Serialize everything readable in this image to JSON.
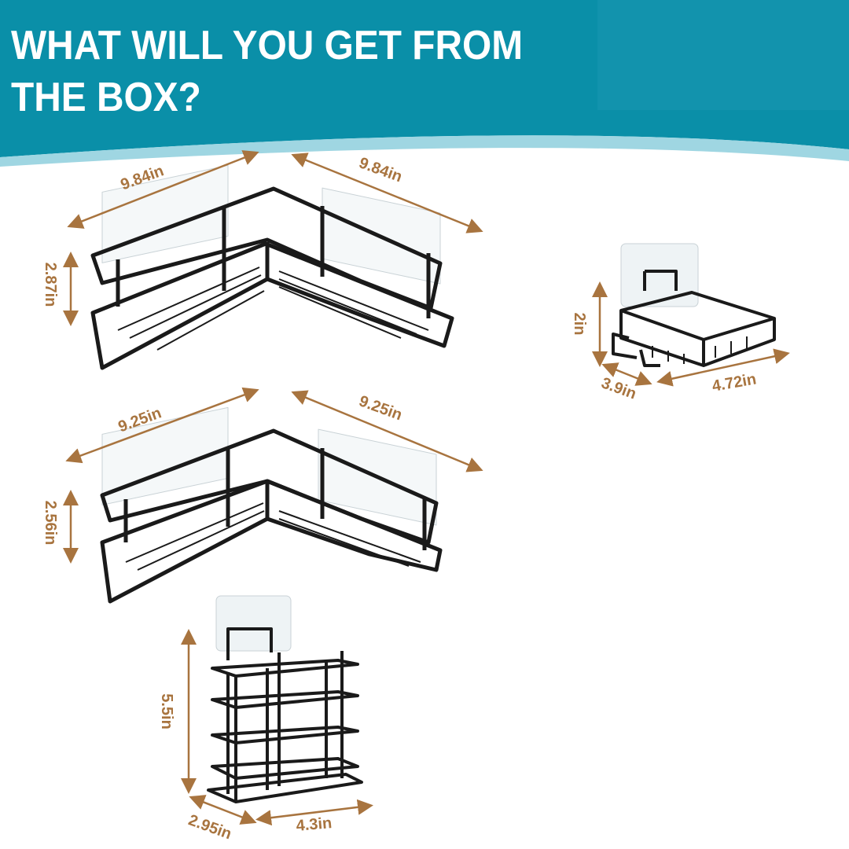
{
  "header": {
    "title_line1": "WHAT WILL YOU GET FROM",
    "title_line2": "THE BOX?",
    "bg_color": "#0a8fa8"
  },
  "dimension_color": "#a8743f",
  "products": {
    "large_corner_shelf": {
      "width_left": "9.84in",
      "width_right": "9.84in",
      "height": "2.87in"
    },
    "small_corner_shelf": {
      "width_left": "9.25in",
      "width_right": "9.25in",
      "height": "2.56in"
    },
    "soap_dish": {
      "height": "2in",
      "depth": "3.9in",
      "width": "4.72in"
    },
    "toothbrush_holder": {
      "height": "5.5in",
      "depth": "2.95in",
      "width": "4.3in"
    }
  }
}
